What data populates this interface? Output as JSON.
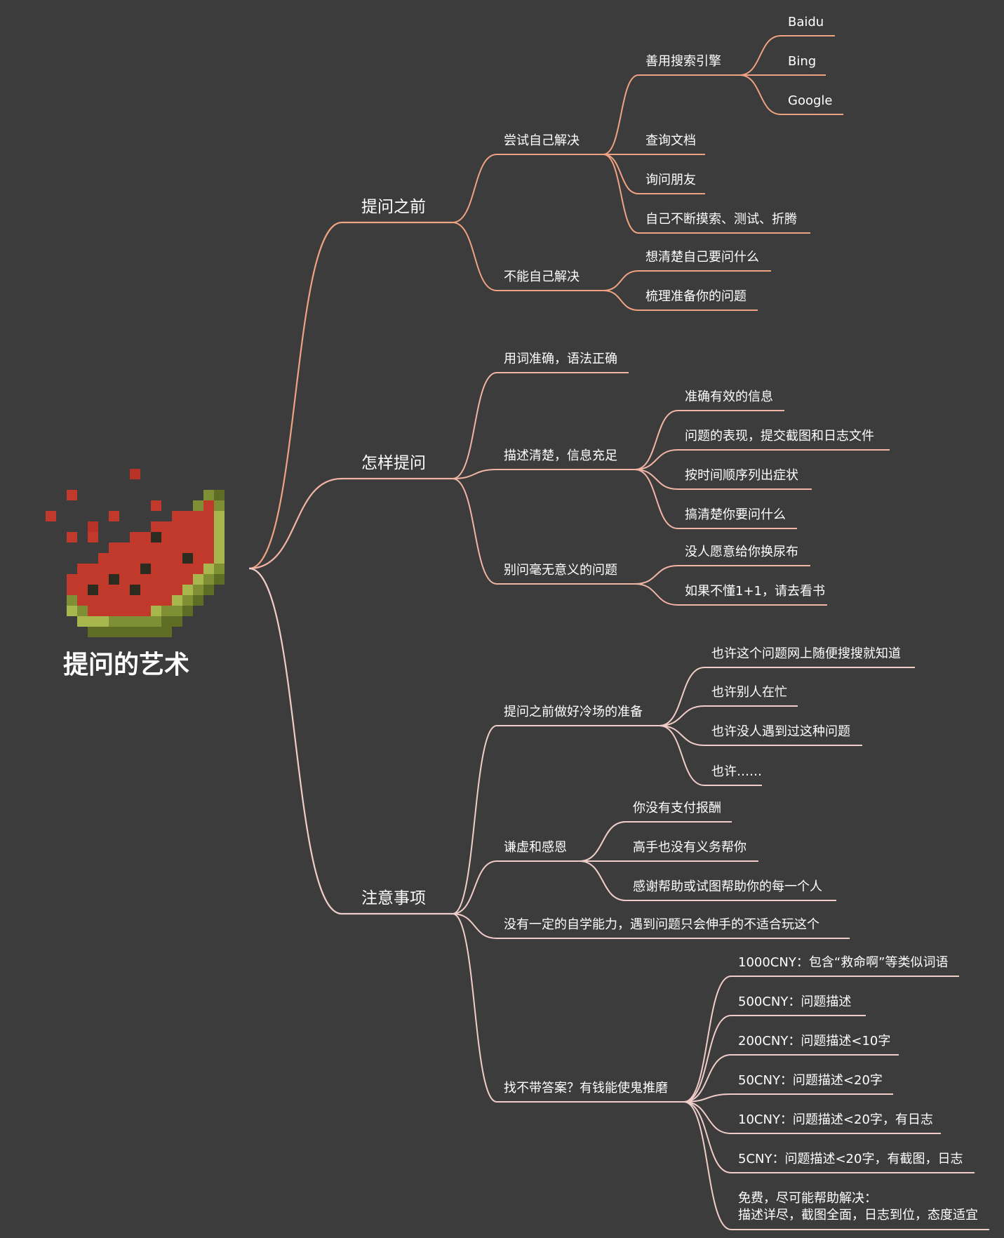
{
  "root": {
    "title": "提问的艺术",
    "icon": "watermelon-pixel-icon"
  },
  "colors": {
    "background": "#3c3c3c",
    "branch_before": "#f0a383",
    "branch_how": "#f2b4a4",
    "branch_notes": "#f0cdc8",
    "text": "#ffffff"
  },
  "branches": [
    {
      "label": "提问之前",
      "children": [
        {
          "label": "尝试自己解决",
          "children": [
            {
              "label": "善用搜索引擎",
              "children": [
                "Baidu",
                "Bing",
                "Google"
              ]
            },
            {
              "label": "查询文档"
            },
            {
              "label": "询问朋友"
            },
            {
              "label": "自己不断摸索、测试、折腾"
            }
          ]
        },
        {
          "label": "不能自己解决",
          "children": [
            {
              "label": "想清楚自己要问什么"
            },
            {
              "label": "梳理准备你的问题"
            }
          ]
        }
      ]
    },
    {
      "label": "怎样提问",
      "children": [
        {
          "label": "用词准确，语法正确"
        },
        {
          "label": "描述清楚，信息充足",
          "children": [
            {
              "label": "准确有效的信息"
            },
            {
              "label": "问题的表现，提交截图和日志文件"
            },
            {
              "label": "按时间顺序列出症状"
            },
            {
              "label": "搞清楚你要问什么"
            }
          ]
        },
        {
          "label": "别问毫无意义的问题",
          "children": [
            {
              "label": "没人愿意给你换尿布"
            },
            {
              "label": "如果不懂1+1，请去看书"
            }
          ]
        }
      ]
    },
    {
      "label": "注意事项",
      "children": [
        {
          "label": "提问之前做好冷场的准备",
          "children": [
            {
              "label": "也许这个问题网上随便搜搜就知道"
            },
            {
              "label": "也许别人在忙"
            },
            {
              "label": "也许没人遇到过这种问题"
            },
            {
              "label": "也许……"
            }
          ]
        },
        {
          "label": "谦虚和感恩",
          "children": [
            {
              "label": "你没有支付报酬"
            },
            {
              "label": "高手也没有义务帮你"
            },
            {
              "label": "感谢帮助或试图帮助你的每一个人"
            }
          ]
        },
        {
          "label": "没有一定的自学能力，遇到问题只会伸手的不适合玩这个"
        },
        {
          "label": "找不带答案？有钱能使鬼推磨",
          "children": [
            {
              "label": "1000CNY：包含“救命啊”等类似词语"
            },
            {
              "label": "500CNY：问题描述"
            },
            {
              "label": "200CNY：问题描述<10字"
            },
            {
              "label": "50CNY：问题描述<20字"
            },
            {
              "label": "10CNY：问题描述<20字，有日志"
            },
            {
              "label": "5CNY：问题描述<20字，有截图，日志"
            },
            {
              "label": "免费，尽可能帮助解决：\n描述详尽，截图全面，日志到位，态度适宜"
            }
          ]
        }
      ]
    }
  ]
}
